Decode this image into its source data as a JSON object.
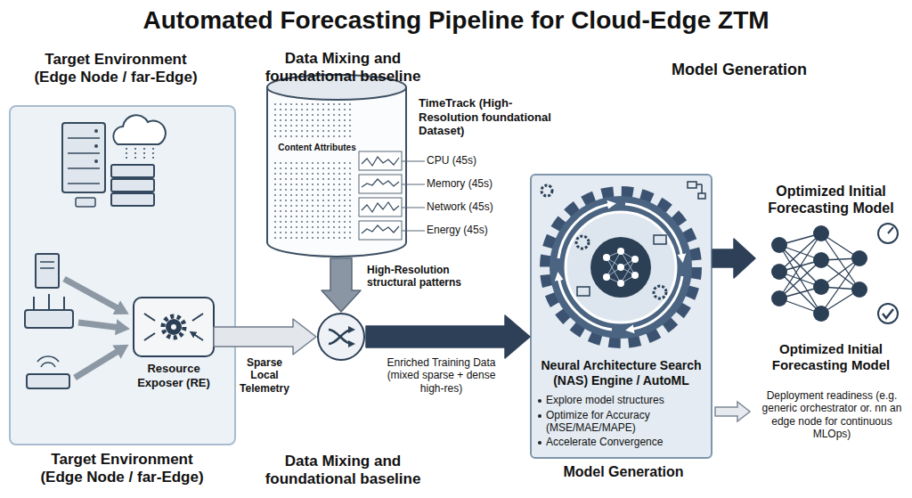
{
  "diagram": {
    "title": "Automated Forecasting Pipeline for Cloud-Edge ZTM",
    "nodes": [
      {
        "text": [
          "Target Environment (Edge Node / far-Edge)"
        ]
      },
      {
        "text": [
          "Resource Exposer (RE)"
        ],
        "in": 0
      },
      {
        "text": [
          "TimeTrack (High-Resolution foundational Dataset)",
          "Content Attributes"
        ]
      },
      {
        "text": []
      },
      {
        "text": [
          "Neural Architecture Search (NAS) Engine / AutoML",
          "Explore model structures",
          "Optimize for Accuracy (MSE/MAE/MAPE)",
          "Accelerate Convergence"
        ]
      },
      {
        "text": [
          "Optimized Initial Forecasting Model"
        ]
      }
    ],
    "edges": [
      {
        "from": 1,
        "to": 3,
        "label": "Sparse Local Telemetry",
        "arrow": "to"
      },
      {
        "from": 2,
        "to": 3,
        "label": "High-Resolution structural patterns",
        "arrow": "to"
      },
      {
        "from": 3,
        "to": 4,
        "label": "Enriched Training Data (mixed sparse + dense high-res)",
        "arrow": "to"
      },
      {
        "from": 4,
        "to": 5,
        "arrow": "to"
      }
    ],
    "labels": [
      "Data Mixing and foundational baseline",
      "Model Generation",
      "CPU (45s)",
      "Memory (45s)",
      "Network (45s)",
      "Energy (45s)",
      "Target Environment (Edge Node / far-Edge)",
      "Data Mixing and foundational baseline",
      "Model Generation",
      "Optimized Initial Forecasting Model",
      "Deployment readiness (e.g. generic orchestrator or. nn an edge node for continuous MLOps)"
    ]
  }
}
